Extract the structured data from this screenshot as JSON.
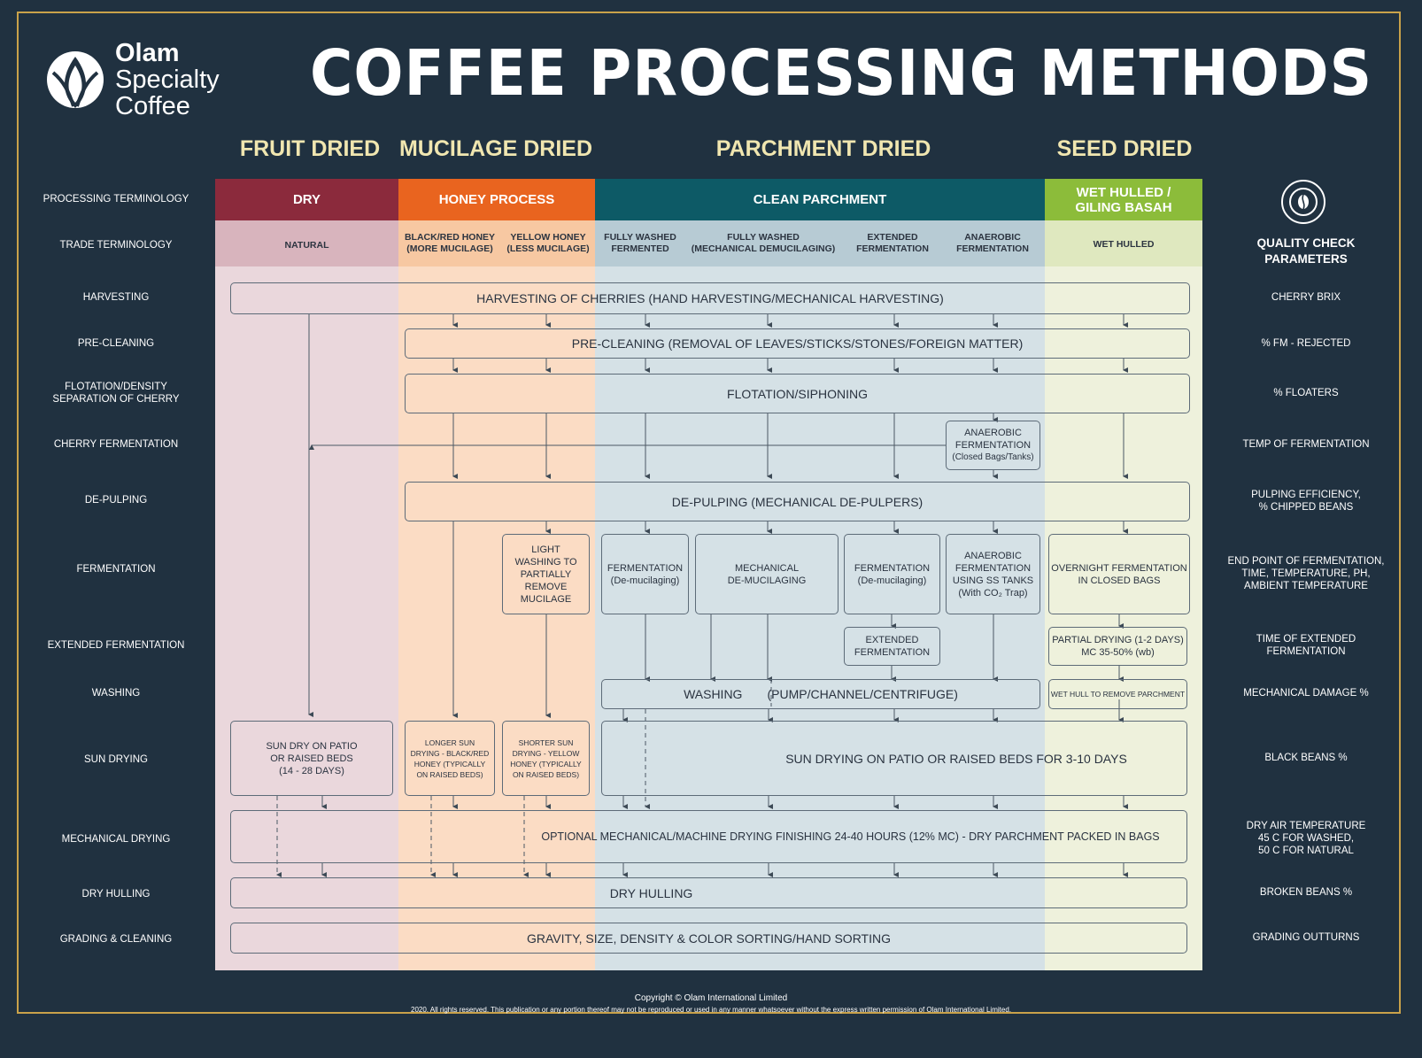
{
  "brand": {
    "line1": "Olam",
    "line2": "Specialty",
    "line3": "Coffee"
  },
  "title": "COFFEE PROCESSING METHODS",
  "categories": {
    "fruit": "FRUIT DRIED",
    "mucilage": "MUCILAGE DRIED",
    "parchment": "PARCHMENT DRIED",
    "seed": "SEED DRIED"
  },
  "processing": {
    "dry": "DRY",
    "honey": "HONEY PROCESS",
    "clean": "CLEAN PARCHMENT",
    "wet1": "WET HULLED /",
    "wet2": "GILING BASAH"
  },
  "trade": {
    "natural": "NATURAL",
    "black_honey1": "BLACK/RED HONEY",
    "black_honey2": "(MORE MUCILAGE)",
    "yellow_honey1": "YELLOW HONEY",
    "yellow_honey2": "(LESS MUCILAGE)",
    "fw_fermented1": "FULLY WASHED",
    "fw_fermented2": "FERMENTED",
    "fw_mech1": "FULLY WASHED",
    "fw_mech2": "(MECHANICAL DEMUCILAGING)",
    "extended1": "EXTENDED",
    "extended2": "FERMENTATION",
    "anaerobic1": "ANAEROBIC",
    "anaerobic2": "FERMENTATION",
    "wet_hulled": "WET HULLED"
  },
  "row_labels": {
    "processing_terminology": "PROCESSING TERMINOLOGY",
    "trade_terminology": "TRADE TERMINOLOGY",
    "harvesting": "HARVESTING",
    "pre_cleaning": "PRE-CLEANING",
    "flotation1": "FLOTATION/DENSITY",
    "flotation2": "SEPARATION OF CHERRY",
    "cherry_fermentation": "CHERRY FERMENTATION",
    "de_pulping": "DE-PULPING",
    "fermentation": "FERMENTATION",
    "extended_fermentation": "EXTENDED  FERMENTATION",
    "washing": "WASHING",
    "sun_drying": "SUN DRYING",
    "mechanical_drying": "MECHANICAL DRYING",
    "dry_hulling": "DRY HULLING",
    "grading": "GRADING & CLEANING"
  },
  "quality": {
    "header1": "QUALITY CHECK",
    "header2": "PARAMETERS",
    "cherry_brix": "CHERRY BRIX",
    "fm_rejected": "% FM - REJECTED",
    "floaters": "% FLOATERS",
    "temp_fermentation": "TEMP OF FERMENTATION",
    "pulping1": "PULPING EFFICIENCY,",
    "pulping2": "% CHIPPED BEANS",
    "endpoint1": "END POINT OF FERMENTATION,",
    "endpoint2": "TIME, TEMPERATURE, PH,",
    "endpoint3": "AMBIENT TEMPERATURE",
    "time_ext1": "TIME OF EXTENDED",
    "time_ext2": "FERMENTATION",
    "mech_damage": "MECHANICAL DAMAGE %",
    "black_beans": "BLACK BEANS %",
    "dry_air1": "DRY AIR TEMPERATURE",
    "dry_air2": "45 C FOR WASHED,",
    "dry_air3": "50 C FOR NATURAL",
    "broken": "BROKEN BEANS %",
    "outturns": "GRADING OUTTURNS"
  },
  "steps": {
    "harvesting": "HARVESTING OF CHERRIES (HAND HARVESTING/MECHANICAL HARVESTING)",
    "pre_cleaning": "PRE-CLEANING (REMOVAL OF LEAVES/STICKS/STONES/FOREIGN MATTER)",
    "flotation": "FLOTATION/SIPHONING",
    "anaerobic1": "ANAEROBIC",
    "anaerobic2": "FERMENTATION",
    "anaerobic3": "(Closed Bags/Tanks)",
    "de_pulping": "DE-PULPING (MECHANICAL DE-PULPERS)",
    "light_washing1": "LIGHT",
    "light_washing2": "WASHING TO",
    "light_washing3": "PARTIALLY",
    "light_washing4": "REMOVE",
    "light_washing5": "MUCILAGE",
    "ferm_demuc1": "FERMENTATION",
    "ferm_demuc2": "(De-mucilaging)",
    "mech_demuc1": "MECHANICAL",
    "mech_demuc2": "DE-MUCILAGING",
    "ferm_demuc3": "FERMENTATION",
    "ferm_demuc4": "(De-mucilaging)",
    "anaerobic_ss1": "ANAEROBIC",
    "anaerobic_ss2": "FERMENTATION",
    "anaerobic_ss3": "USING SS TANKS",
    "anaerobic_ss4": "(With CO₂ Trap)",
    "overnight1": "OVERNIGHT FERMENTATION",
    "overnight2": "IN CLOSED BAGS",
    "extended1": "EXTENDED",
    "extended2": "FERMENTATION",
    "partial1": "PARTIAL DRYING (1-2 DAYS)",
    "partial2": "MC 35-50% (wb)",
    "washing_a": "WASHING",
    "washing_b": "(PUMP/CHANNEL/CENTRIFUGE)",
    "wet_hull": "WET HULL TO REMOVE PARCHMENT",
    "sun_natural1": "SUN DRY ON PATIO",
    "sun_natural2": "OR RAISED BEDS",
    "sun_natural3": "(14 - 28 DAYS)",
    "longer1": "LONGER SUN",
    "longer2": "DRYING - BLACK/RED",
    "longer3": "HONEY (TYPICALLY",
    "longer4": "ON RAISED BEDS)",
    "shorter1": "SHORTER SUN",
    "shorter2": "DRYING - YELLOW",
    "shorter3": "HONEY (TYPICALLY",
    "shorter4": "ON RAISED BEDS)",
    "sun_main": "SUN DRYING ON PATIO OR RAISED BEDS FOR 3-10 DAYS",
    "mech_drying": "OPTIONAL MECHANICAL/MACHINE DRYING FINISHING 24-40 HOURS (12% MC) - DRY PARCHMENT PACKED IN BAGS",
    "dry_hulling": "DRY HULLING",
    "grading": "GRAVITY, SIZE, DENSITY & COLOR SORTING/HAND SORTING"
  },
  "footer": {
    "copyright": "Copyright © Olam International Limited",
    "rights": "2020. All rights reserved. This publication or any portion thereof may not be reproduced or used in any manner whatsoever without the express written permission of Olam International Limited."
  },
  "colors": {
    "background": "#203140",
    "dry": "#8b2a3c",
    "honey": "#e9641f",
    "clean_parchment": "#0d5a66",
    "wet_hulled": "#8cbc3a",
    "border_gold": "#c9a24a"
  }
}
